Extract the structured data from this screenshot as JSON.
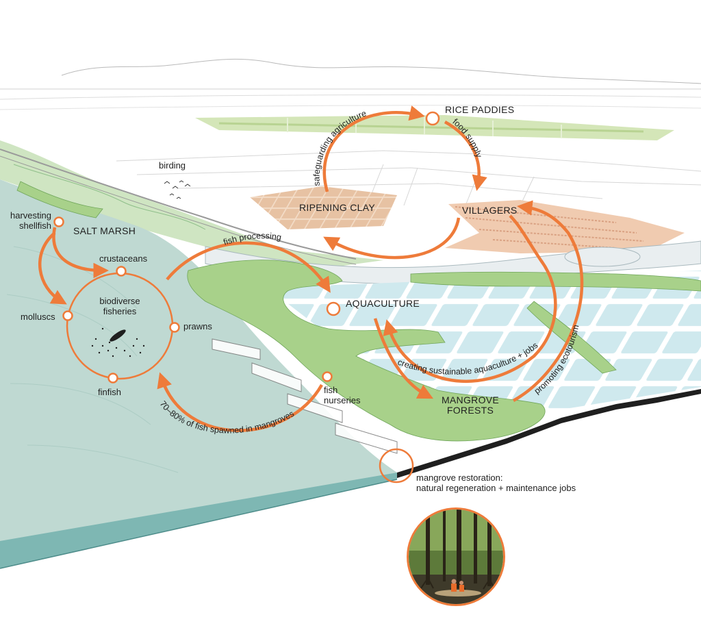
{
  "nodes": {
    "rice_paddies": "RICE PADDIES",
    "villagers": "VILLAGERS",
    "ripening_clay": "RIPENING CLAY",
    "salt_marsh": "SALT MARSH",
    "aquaculture": "AQUACULTURE",
    "mangrove_forests_line1": "MANGROVE",
    "mangrove_forests_line2": "FORESTS",
    "birding": "birding",
    "harvesting_line1": "harvesting",
    "harvesting_line2": "shellfish",
    "fish_nurseries_line1": "fish",
    "fish_nurseries_line2": "nurseries"
  },
  "fisheries_cycle": {
    "center_line1": "biodiverse",
    "center_line2": "fisheries",
    "crustaceans": "crustaceans",
    "prawns": "prawns",
    "finfish": "finfish",
    "molluscs": "molluscs"
  },
  "flows": {
    "safeguarding_agriculture": "safeguarding agriculture",
    "food_supply": "food supply",
    "fish_processing": "fish processing",
    "creating_jobs": "creating sustainable aquaculture + jobs",
    "promoting_ecotourism": "promoting ecotourism",
    "fish_spawned": "70–80% of fish spawned in mangroves"
  },
  "restoration": {
    "line1": "mangrove restoration:",
    "line2": "natural regeneration + maintenance jobs"
  },
  "colors": {
    "accent": "#ee7b3a",
    "sea": "#bfd9d2",
    "mangrove": "#a8d18a",
    "ponds": "#cfe9ee",
    "paddies": "#cfe3b0",
    "clay": "#e7c2a3"
  }
}
